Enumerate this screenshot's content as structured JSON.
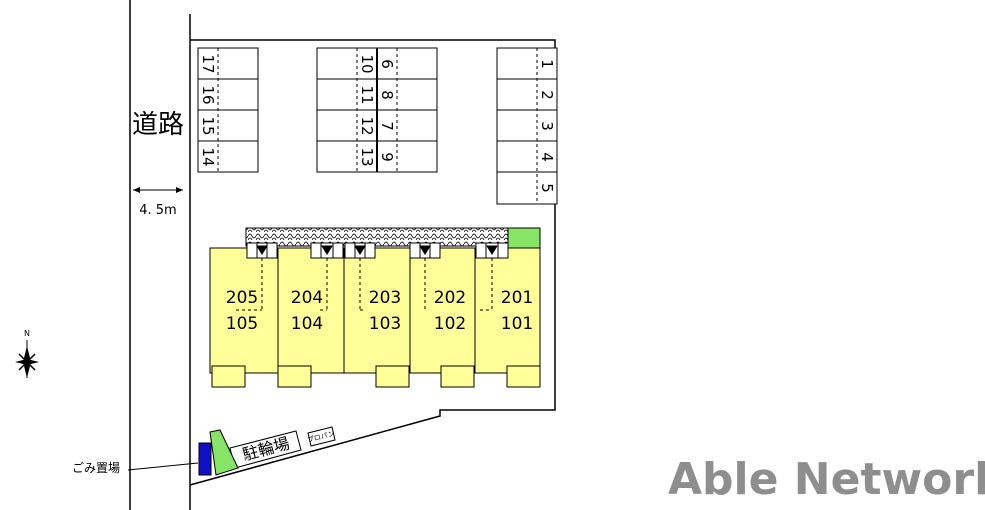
{
  "road": {
    "label": "道路",
    "width_label": "4. 5m"
  },
  "compass": {
    "north_label": "N"
  },
  "parking": [
    {
      "block": "left",
      "spaces": [
        "17",
        "16",
        "15",
        "14"
      ]
    },
    {
      "block": "center-left",
      "spaces": [
        "10",
        "11",
        "12",
        "13"
      ]
    },
    {
      "block": "center-right",
      "spaces": [
        "6",
        "8",
        "7",
        "9"
      ]
    },
    {
      "block": "right",
      "spaces": [
        "1",
        "2",
        "3",
        "4",
        "5"
      ]
    }
  ],
  "units": [
    {
      "upper": "205",
      "lower": "105"
    },
    {
      "upper": "204",
      "lower": "104"
    },
    {
      "upper": "203",
      "lower": "103"
    },
    {
      "upper": "202",
      "lower": "102"
    },
    {
      "upper": "201",
      "lower": "101"
    }
  ],
  "bicycle_parking": {
    "label": "駐輪場"
  },
  "propane": {
    "label": "プロパン"
  },
  "garbage": {
    "label": "ごみ置場"
  },
  "watermark": {
    "text": "Able Network"
  },
  "colors": {
    "building": "#ffff99",
    "green_area": "#88e466",
    "garbage_bin": "#1010c8",
    "watermark": "#8e8e8e"
  }
}
